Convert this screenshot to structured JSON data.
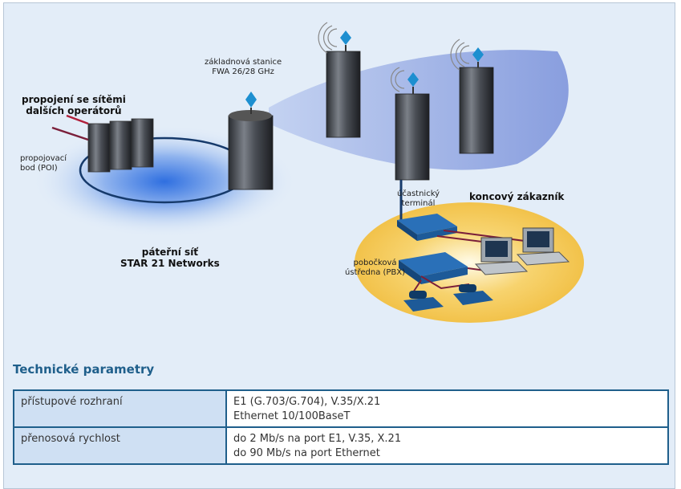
{
  "diagram": {
    "label_interconnect": "propojení se sítěmi\ndalších operátorů",
    "label_poi": "propojovací\nbod (POI)",
    "label_base_station": "základnová stanice\nFWA 26/28 GHz",
    "label_backbone": "páteřní síť\nSTAR 21 Networks",
    "label_subscriber_terminal": "účastnický\nterminál",
    "label_end_customer": "koncový zákazník",
    "label_pbx": "pobočková\nústředna (PBX)",
    "colors": {
      "frame_bg": "#e3edf8",
      "backbone_glow": "#2f6fe0",
      "customer_glow": "#f2c24a",
      "antenna": "#1d8fd0",
      "link_line": "#7a1f3a"
    }
  },
  "section": {
    "title": "Technické parametry"
  },
  "params": {
    "rows": [
      {
        "key": "přístupové rozhraní",
        "lines": [
          "E1 (G.703/G.704), V.35/X.21",
          "Ethernet 10/100BaseT"
        ]
      },
      {
        "key": "přenosová rychlost",
        "lines": [
          "do 2 Mb/s na port E1, V.35, X.21",
          "do 90 Mb/s na port Ethernet"
        ]
      }
    ]
  }
}
